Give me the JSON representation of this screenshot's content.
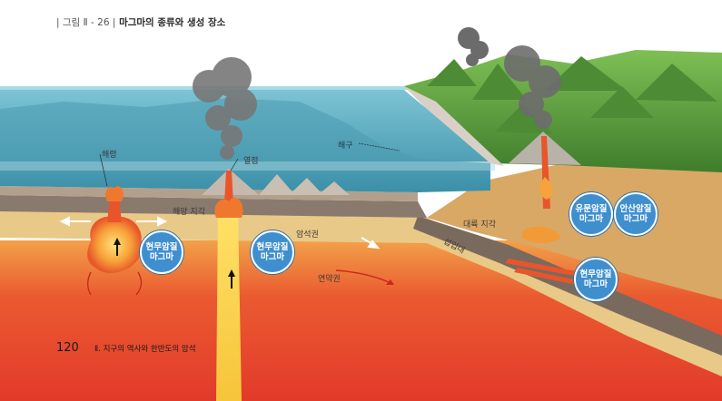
{
  "figure": {
    "label": "| 그림 Ⅱ - 26 |",
    "title": "마그마의 종류와 생성 장소"
  },
  "labels": {
    "ridge": "해령",
    "hotspot": "열점",
    "trench": "해구",
    "oceanic_crust": "해양 지각",
    "lithosphere": "암석권",
    "asthenosphere": "연약권",
    "continental_crust": "대륙 지각",
    "subduction_zone": "섭입대"
  },
  "bubbles": {
    "basalt_ridge": "현무암질\n마그마",
    "basalt_hotspot": "현무암질\n마그마",
    "rhyolite": "유문암질\n마그마",
    "andesite": "안산암질\n마그마",
    "basalt_subduction": "현무암질\n마그마"
  },
  "footer": {
    "page_number": "120",
    "section": "Ⅱ. 지구의 역사와 한반도의 암석"
  },
  "colors": {
    "ocean": "#5fb6c9",
    "mantle": "#e8412a",
    "sand": "#e3bf7f",
    "land": "#5e9a3c",
    "bubble": "#3f8fcf"
  },
  "icons": [
    "smoke-plume",
    "flow-arrow",
    "up-arrow",
    "volcano"
  ]
}
